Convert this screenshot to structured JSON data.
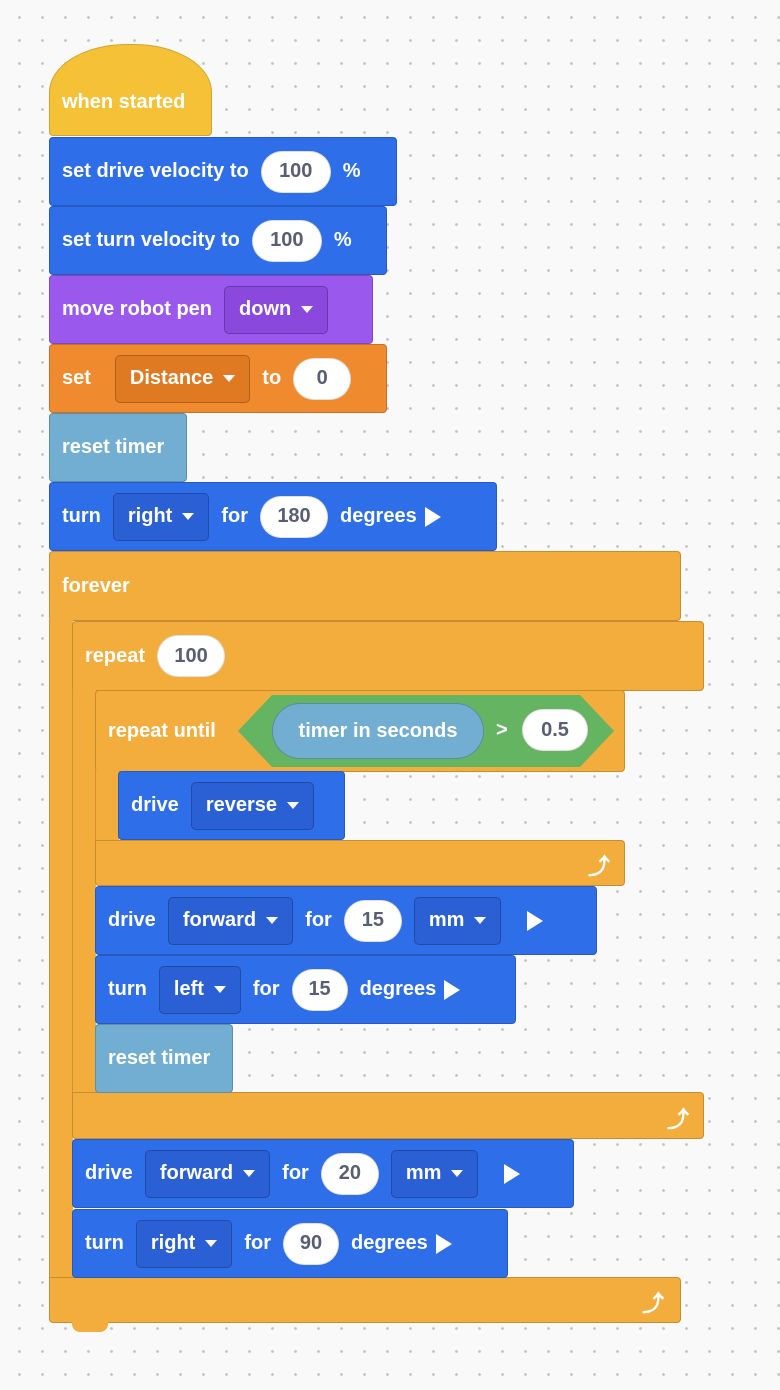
{
  "hat": {
    "label": "when started"
  },
  "b1": {
    "text": "set drive velocity to",
    "value": "100",
    "unit": "%"
  },
  "b2": {
    "text": "set turn velocity to",
    "value": "100",
    "unit": "%"
  },
  "b3": {
    "text": "move robot pen",
    "option": "down"
  },
  "b4": {
    "text": "set",
    "variable": "Distance",
    "to": "to",
    "value": "0"
  },
  "b5": {
    "text": "reset timer"
  },
  "b6": {
    "text": "turn",
    "direction": "right",
    "for": "for",
    "value": "180",
    "unit": "degrees"
  },
  "forever": {
    "label": "forever"
  },
  "repeat": {
    "label": "repeat",
    "count": "100"
  },
  "repeat_until": {
    "label": "repeat until",
    "reporter": "timer in seconds",
    "operator": ">",
    "value": "0.5"
  },
  "drive_rev": {
    "text": "drive",
    "direction": "reverse"
  },
  "drive1": {
    "text": "drive",
    "direction": "forward",
    "for": "for",
    "value": "15",
    "unit": "mm"
  },
  "turn1": {
    "text": "turn",
    "direction": "left",
    "for": "for",
    "value": "15",
    "unit": "degrees"
  },
  "reset2": {
    "text": "reset timer"
  },
  "drive2": {
    "text": "drive",
    "direction": "forward",
    "for": "for",
    "value": "20",
    "unit": "mm"
  },
  "turn2": {
    "text": "turn",
    "direction": "right",
    "for": "for",
    "value": "90",
    "unit": "degrees"
  },
  "colors": {
    "events": "#f5c237",
    "drivetrain": "#2f6ee9",
    "looks": "#9a59ec",
    "variables": "#f08a2e",
    "sensing": "#72aed1",
    "control": "#f3ad3d",
    "operators": "#64b461"
  },
  "icons": {
    "loop": "loop-arrow-icon",
    "run": "play-icon",
    "dropdown": "caret-down-icon"
  }
}
